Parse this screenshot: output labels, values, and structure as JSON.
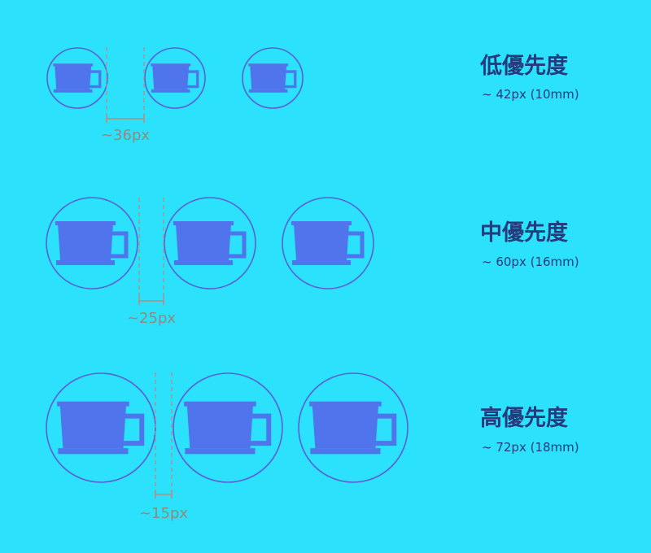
{
  "colors": {
    "background": "#2ce1fc",
    "ring": "#5a5fd6",
    "cup": "#4f74ec",
    "guide": "#b98a80",
    "dim_text": "#8f8a80",
    "label_text": "#263a7c"
  },
  "icon": "mug-icon",
  "rows": [
    {
      "priority": "低優先度",
      "size": "~ 42px (10mm)",
      "spacing": "~36px",
      "buttons": 3
    },
    {
      "priority": "中優先度",
      "size": "~ 60px (16mm)",
      "spacing": "~25px",
      "buttons": 3
    },
    {
      "priority": "高優先度",
      "size": "~ 72px (18mm)",
      "spacing": "~15px",
      "buttons": 3
    }
  ]
}
